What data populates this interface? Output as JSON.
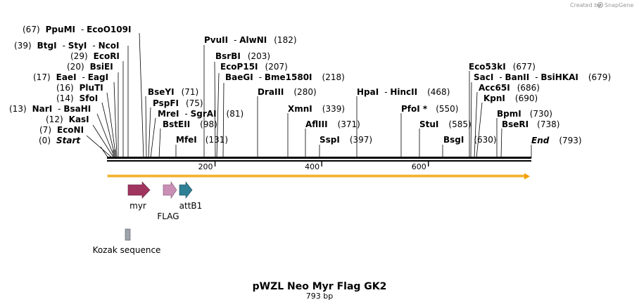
{
  "watermark": "Created by",
  "brand": "SnapGene",
  "title": "pWZL Neo Myr Flag GK2",
  "subtitle": "793 bp",
  "total_bp": 793,
  "sites": [
    {
      "pos": "(67)",
      "names": [
        "PpuMI",
        "EcoO109I"
      ],
      "bp": 67
    },
    {
      "pos": "(39)",
      "names": [
        "BtgI",
        "StyI",
        "NcoI"
      ],
      "bp": 39
    },
    {
      "pos": "(29)",
      "names": [
        "EcoRI"
      ],
      "bp": 29
    },
    {
      "pos": "(20)",
      "names": [
        "BsiEI"
      ],
      "bp": 20
    },
    {
      "pos": "(17)",
      "names": [
        "EaeI",
        "EagI"
      ],
      "bp": 17
    },
    {
      "pos": "(16)",
      "names": [
        "PluTI"
      ],
      "bp": 16
    },
    {
      "pos": "(14)",
      "names": [
        "SfoI"
      ],
      "bp": 14
    },
    {
      "pos": "(13)",
      "names": [
        "NarI",
        "BsaHI"
      ],
      "bp": 13
    },
    {
      "pos": "(12)",
      "names": [
        "KasI"
      ],
      "bp": 12
    },
    {
      "pos": "(7)",
      "names": [
        "EcoNI"
      ],
      "bp": 7
    },
    {
      "pos": "(0)",
      "names": [
        "Start"
      ],
      "bp": 0,
      "italic": true
    },
    {
      "pos": "(182)",
      "names": [
        "PvuII",
        "AlwNI"
      ],
      "bp": 182
    },
    {
      "pos": "(203)",
      "names": [
        "BsrBI"
      ],
      "bp": 203
    },
    {
      "pos": "(207)",
      "names": [
        "EcoP15I"
      ],
      "bp": 207
    },
    {
      "pos": "(218)",
      "names": [
        "BaeGI",
        "Bme1580I"
      ],
      "bp": 218
    },
    {
      "pos": "(71)",
      "names": [
        "BseYI"
      ],
      "bp": 71
    },
    {
      "pos": "(75)",
      "names": [
        "PspFI"
      ],
      "bp": 75
    },
    {
      "pos": "(81)",
      "names": [
        "MreI",
        "SgrAI"
      ],
      "bp": 81
    },
    {
      "pos": "(98)",
      "names": [
        "BstEII"
      ],
      "bp": 98
    },
    {
      "pos": "(131)",
      "names": [
        "MfeI"
      ],
      "bp": 131
    },
    {
      "pos": "(280)",
      "names": [
        "DraIII"
      ],
      "bp": 280
    },
    {
      "pos": "(339)",
      "names": [
        "XmnI"
      ],
      "bp": 339
    },
    {
      "pos": "(371)",
      "names": [
        "AflIII"
      ],
      "bp": 371
    },
    {
      "pos": "(397)",
      "names": [
        "SspI"
      ],
      "bp": 397
    },
    {
      "pos": "(468)",
      "names": [
        "HpaI",
        "HincII"
      ],
      "bp": 468
    },
    {
      "pos": "(550)",
      "names": [
        "PfoI *"
      ],
      "bp": 550
    },
    {
      "pos": "(585)",
      "names": [
        "StuI"
      ],
      "bp": 585
    },
    {
      "pos": "(630)",
      "names": [
        "BsgI"
      ],
      "bp": 630
    },
    {
      "pos": "(677)",
      "names": [
        "Eco53kI"
      ],
      "bp": 677
    },
    {
      "pos": "(679)",
      "names": [
        "SacI",
        "BanII",
        "BsiHKAI"
      ],
      "bp": 679
    },
    {
      "pos": "(686)",
      "names": [
        "Acc65I"
      ],
      "bp": 686
    },
    {
      "pos": "(690)",
      "names": [
        "KpnI"
      ],
      "bp": 690
    },
    {
      "pos": "(730)",
      "names": [
        "BpmI"
      ],
      "bp": 730
    },
    {
      "pos": "(738)",
      "names": [
        "BseRI"
      ],
      "bp": 738
    },
    {
      "pos": "(793)",
      "names": [
        "End"
      ],
      "bp": 793,
      "italic": true
    }
  ],
  "ticks": [
    {
      "label": "200",
      "bp": 200
    },
    {
      "label": "400",
      "bp": 400
    },
    {
      "label": "600",
      "bp": 600
    }
  ],
  "features": [
    {
      "label": "myr",
      "color": "#a0355f"
    },
    {
      "label": "FLAG",
      "color": "#c98fb5"
    },
    {
      "label": "attB1",
      "color": "#2f7f95"
    },
    {
      "label": "Kozak sequence",
      "color": "#9ea4ab"
    }
  ],
  "colors": {
    "orf": "#f0a000",
    "backbone": "#000000"
  }
}
